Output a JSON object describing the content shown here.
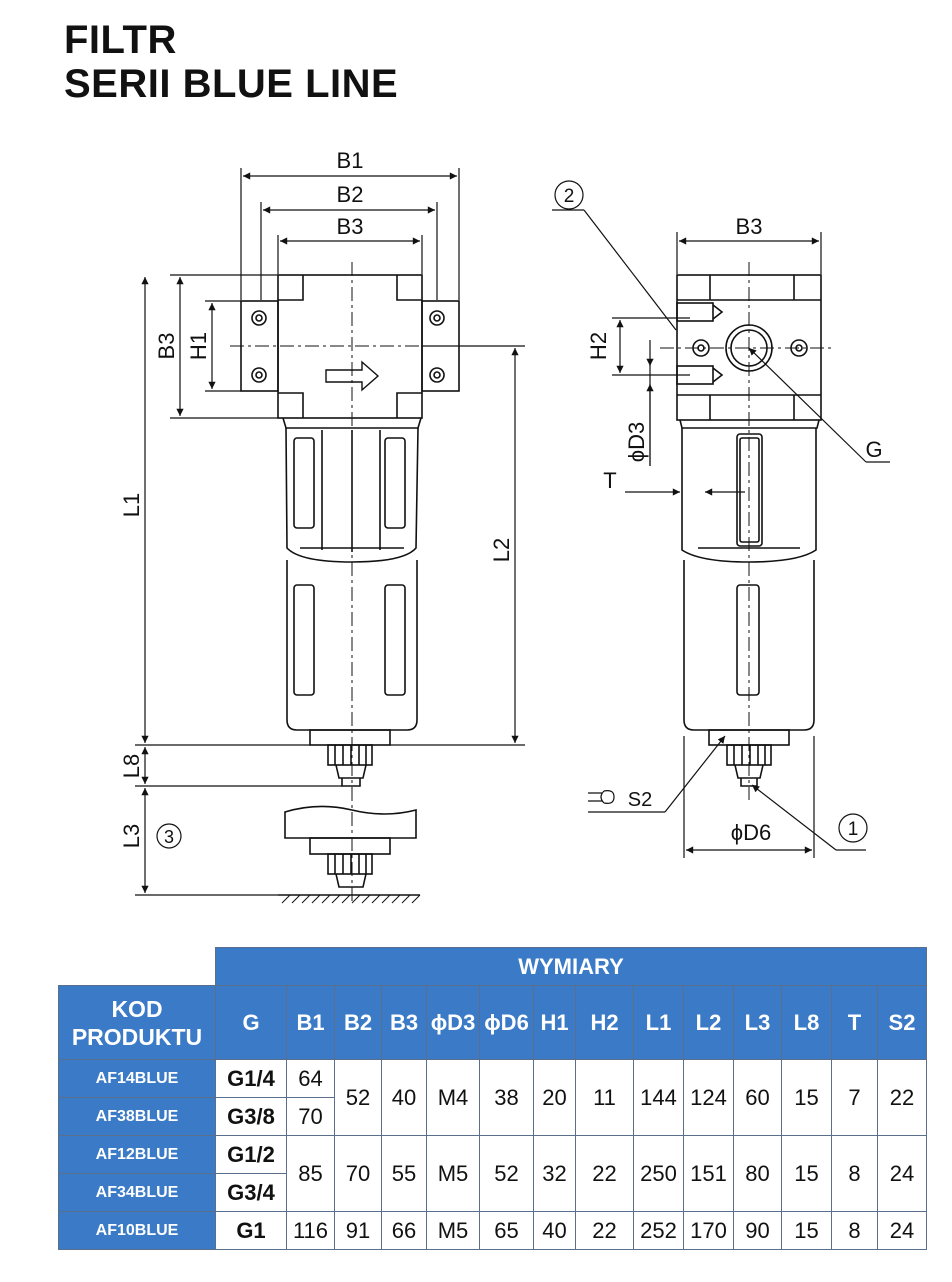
{
  "header": {
    "title_line1": "FILTR",
    "title_line2": "SERII BLUE LINE"
  },
  "drawing": {
    "front_labels": [
      "B1",
      "B2",
      "B3",
      "B3",
      "H1",
      "L1",
      "L2",
      "L8",
      "L3",
      "3"
    ],
    "side_labels": [
      "2",
      "B3",
      "H2",
      "ϕD3",
      "T",
      "G",
      "S2",
      "ϕD6",
      "1"
    ]
  },
  "table": {
    "group_header": "WYMIARY",
    "code_header_line1": "KOD",
    "code_header_line2": "PRODUKTU",
    "columns": [
      "G",
      "B1",
      "B2",
      "B3",
      "ϕD3",
      "ϕD6",
      "H1",
      "H2",
      "L1",
      "L2",
      "L3",
      "L8",
      "T",
      "S2"
    ],
    "rows": [
      {
        "code": "AF14BLUE",
        "g": "G1/4",
        "b1": "64"
      },
      {
        "code": "AF38BLUE",
        "g": "G3/8",
        "b1": "70"
      },
      {
        "code": "AF12BLUE",
        "g": "G1/2"
      },
      {
        "code": "AF34BLUE",
        "g": "G3/4"
      },
      {
        "code": "AF10BLUE",
        "g": "G1"
      }
    ],
    "group1": {
      "b2": "52",
      "b3": "40",
      "d3": "M4",
      "d6": "38",
      "h1": "20",
      "h2": "11",
      "l1": "144",
      "l2": "124",
      "l3": "60",
      "l8": "15",
      "t": "7",
      "s2": "22"
    },
    "group2": {
      "b1": "85",
      "b2": "70",
      "b3": "55",
      "d3": "M5",
      "d6": "52",
      "h1": "32",
      "h2": "22",
      "l1": "250",
      "l2": "151",
      "l3": "80",
      "l8": "15",
      "t": "8",
      "s2": "24"
    },
    "row5": {
      "b1": "116",
      "b2": "91",
      "b3": "66",
      "d3": "M5",
      "d6": "65",
      "h1": "40",
      "h2": "22",
      "l1": "252",
      "l2": "170",
      "l3": "90",
      "l8": "15",
      "t": "8",
      "s2": "24"
    }
  },
  "colors": {
    "header_blue": "#3a7ac6",
    "text_white": "#ffffff"
  }
}
